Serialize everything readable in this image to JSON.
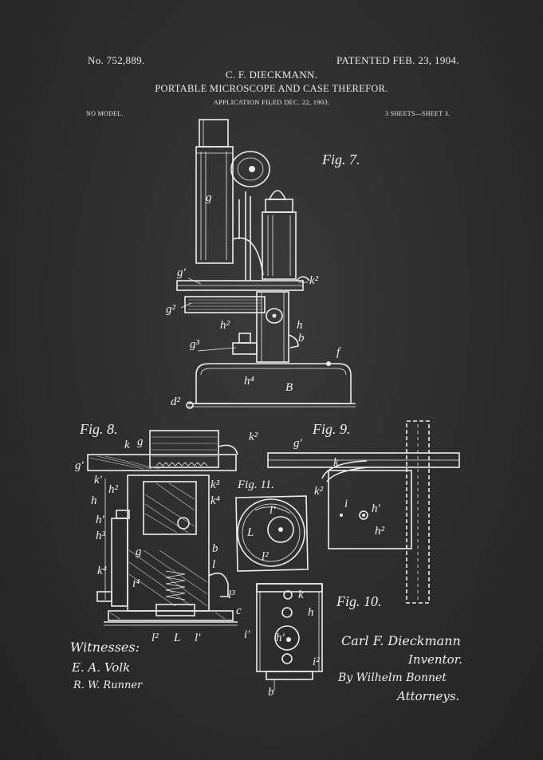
{
  "header": {
    "patent_number": "No. 752,889.",
    "patent_date": "PATENTED FEB. 23, 1904.",
    "inventor_name": "C. F. DIECKMANN.",
    "title": "PORTABLE MICROSCOPE AND CASE THEREFOR.",
    "application_filed": "APPLICATION FILED DEC. 22, 1903.",
    "model": "NO MODEL.",
    "sheets": "3 SHEETS—SHEET 3."
  },
  "figures": {
    "fig7": "Fig. 7.",
    "fig8": "Fig. 8.",
    "fig9": "Fig. 9.",
    "fig10": "Fig. 10.",
    "fig11": "Fig. 11."
  },
  "labels": {
    "fig7": [
      "g",
      "g'",
      "k²",
      "g²",
      "h²",
      "h",
      "b",
      "g³",
      "f",
      "h⁴",
      "B",
      "d²"
    ],
    "fig8": [
      "k",
      "g",
      "k²",
      "g'",
      "k'",
      "h²",
      "k³",
      "h",
      "k⁴",
      "h'",
      "h³",
      "g",
      "b",
      "l",
      "i⁴",
      "l³",
      "c",
      "l²",
      "L",
      "l'"
    ],
    "fig9": [
      "g'",
      "k",
      "k²",
      "i",
      "h'",
      "h²"
    ],
    "fig10": [
      "k",
      "h",
      "i'",
      "h'",
      "i²",
      "b"
    ],
    "fig11": [
      "l'",
      "L",
      "l²"
    ]
  },
  "signatures": {
    "witnesses_label": "Witnesses:",
    "witness_1": "E. A. Volk",
    "witness_2": "R. W. Runner",
    "inventor_signature": "Carl F. Dieckmann",
    "inventor_label": "Inventor.",
    "attorney_signature": "By Wilhelm Bonnet",
    "attorneys_label": "Attorneys."
  }
}
